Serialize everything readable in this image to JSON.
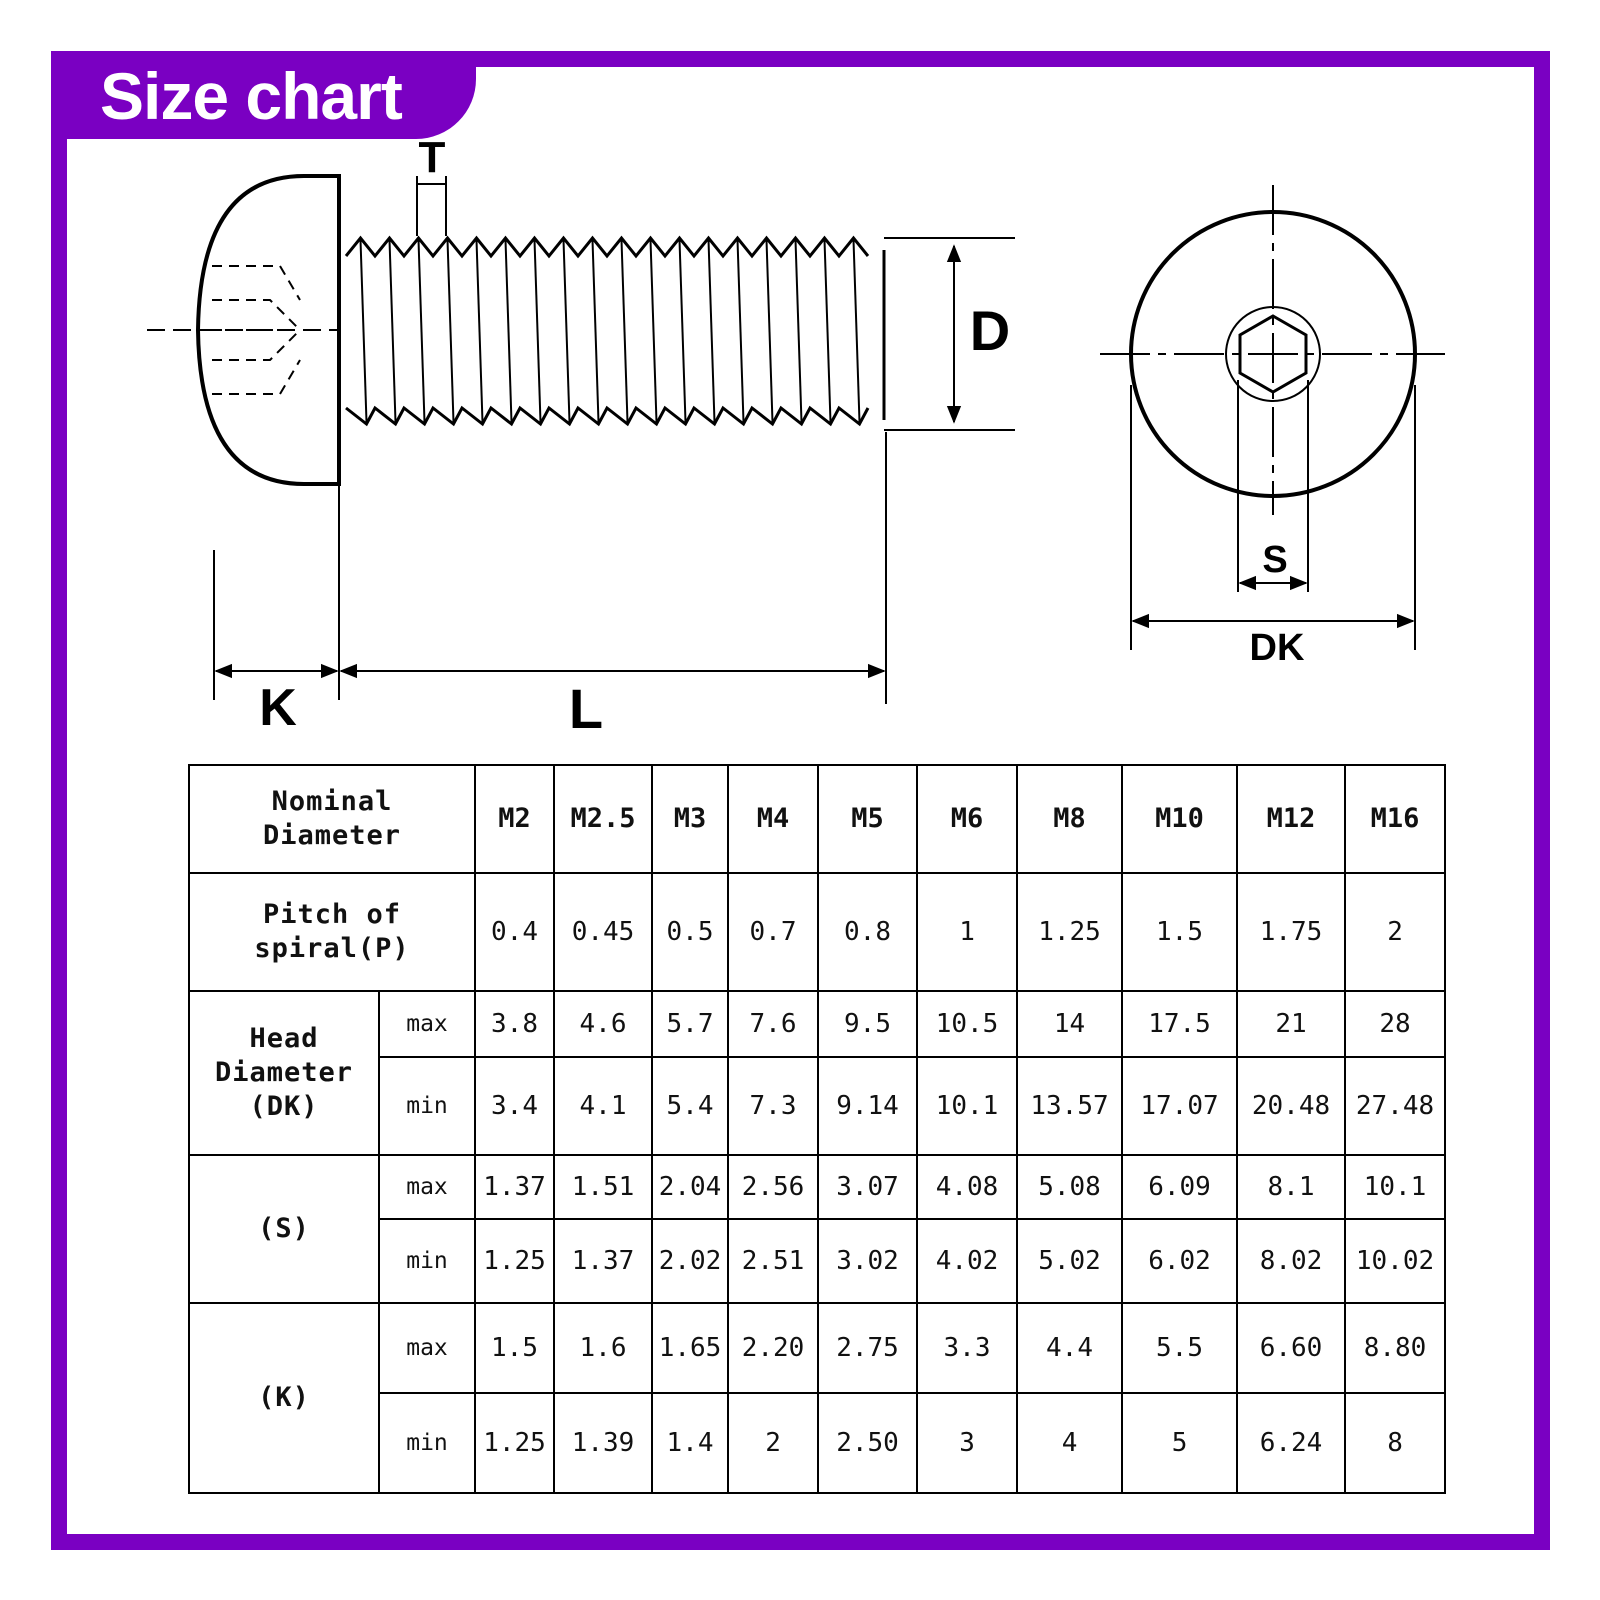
{
  "title": "Size chart",
  "colors": {
    "frame": "#7a00c2",
    "title_text": "#ffffff",
    "lines": "#000000"
  },
  "diagram": {
    "labels": {
      "T": "T",
      "D": "D",
      "K": "K",
      "L": "L",
      "S": "S",
      "DK": "DK"
    }
  },
  "table": {
    "header_label": "Nominal Diameter",
    "header_lines": [
      "Nominal",
      "Diameter"
    ],
    "sizes": [
      "M2",
      "M2.5",
      "M3",
      "M4",
      "M5",
      "M6",
      "M8",
      "M10",
      "M12",
      "M16"
    ],
    "pitch_lines": [
      "Pitch of",
      "spiral(P)"
    ],
    "pitch": [
      "0.4",
      "0.45",
      "0.5",
      "0.7",
      "0.8",
      "1",
      "1.25",
      "1.5",
      "1.75",
      "2"
    ],
    "head_diameter_lines": [
      "Head",
      "Diameter",
      "(DK)"
    ],
    "s_label": "(S)",
    "k_label": "(K)",
    "max_label": "max",
    "min_label": "min",
    "dk_max": [
      "3.8",
      "4.6",
      "5.7",
      "7.6",
      "9.5",
      "10.5",
      "14",
      "17.5",
      "21",
      "28"
    ],
    "dk_min": [
      "3.4",
      "4.1",
      "5.4",
      "7.3",
      "9.14",
      "10.1",
      "13.57",
      "17.07",
      "20.48",
      "27.48"
    ],
    "s_max": [
      "1.37",
      "1.51",
      "2.04",
      "2.56",
      "3.07",
      "4.08",
      "5.08",
      "6.09",
      "8.1",
      "10.1"
    ],
    "s_min": [
      "1.25",
      "1.37",
      "2.02",
      "2.51",
      "3.02",
      "4.02",
      "5.02",
      "6.02",
      "8.02",
      "10.02"
    ],
    "k_max": [
      "1.5",
      "1.6",
      "1.65",
      "2.20",
      "2.75",
      "3.3",
      "4.4",
      "5.5",
      "6.60",
      "8.80"
    ],
    "k_min": [
      "1.25",
      "1.39",
      "1.4",
      "2",
      "2.50",
      "3",
      "4",
      "5",
      "6.24",
      "8"
    ]
  }
}
